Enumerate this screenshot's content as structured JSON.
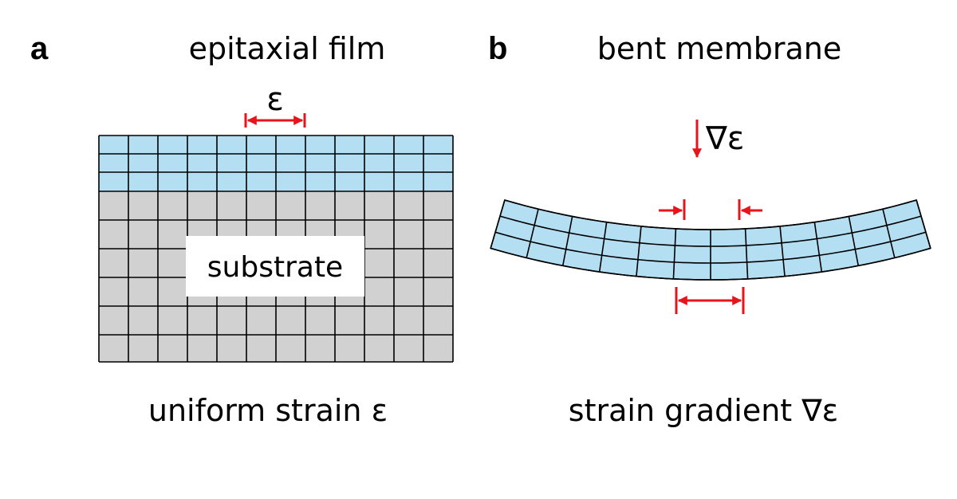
{
  "panel_a": {
    "letter": "a",
    "title": "epitaxial film",
    "strain_symbol": "ε",
    "substrate_label": "substrate",
    "caption": "uniform strain ε"
  },
  "panel_b": {
    "letter": "b",
    "title": "bent membrane",
    "gradient_symbol": "∇ε",
    "caption": "strain gradient ∇ε"
  },
  "colors": {
    "film": "#b4dff2",
    "substrate": "#d1d1d1",
    "arrow": "#e8141b",
    "grid": "#000000",
    "label_box": "#ffffff"
  }
}
